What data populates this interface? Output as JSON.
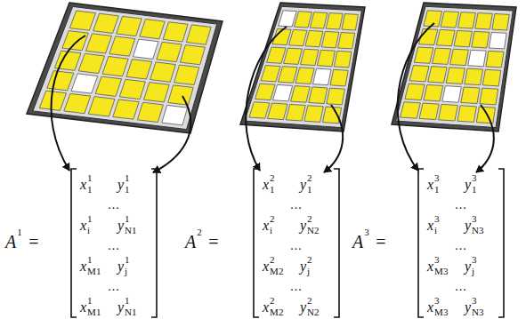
{
  "diagram": {
    "labels": [
      "A",
      "1",
      "=",
      "x",
      "1",
      "1",
      "y",
      "1",
      "1",
      "...",
      "x",
      "i",
      "1",
      "y",
      "N1",
      "1",
      "...",
      "x",
      "M1",
      "1",
      "y",
      "j",
      "1",
      "...",
      "x",
      "M1",
      "1",
      "y",
      "N1",
      "1",
      "A",
      "2",
      "=",
      "x",
      "1",
      "2",
      "y",
      "1",
      "2",
      "...",
      "x",
      "i",
      "2",
      "y",
      "N2",
      "2",
      "...",
      "x",
      "M2",
      "2",
      "y",
      "j",
      "2",
      "...",
      "x",
      "M2",
      "2",
      "y",
      "N2",
      "2",
      "A",
      "3",
      "=",
      "x",
      "1",
      "3",
      "y",
      "1",
      "3",
      "...",
      "x",
      "i",
      "3",
      "y",
      "N3",
      "3",
      "...",
      "x",
      "M3",
      "3",
      "y",
      "j",
      "3",
      "...",
      "x",
      "M3",
      "3",
      "y",
      "N3",
      "3"
    ]
  }
}
